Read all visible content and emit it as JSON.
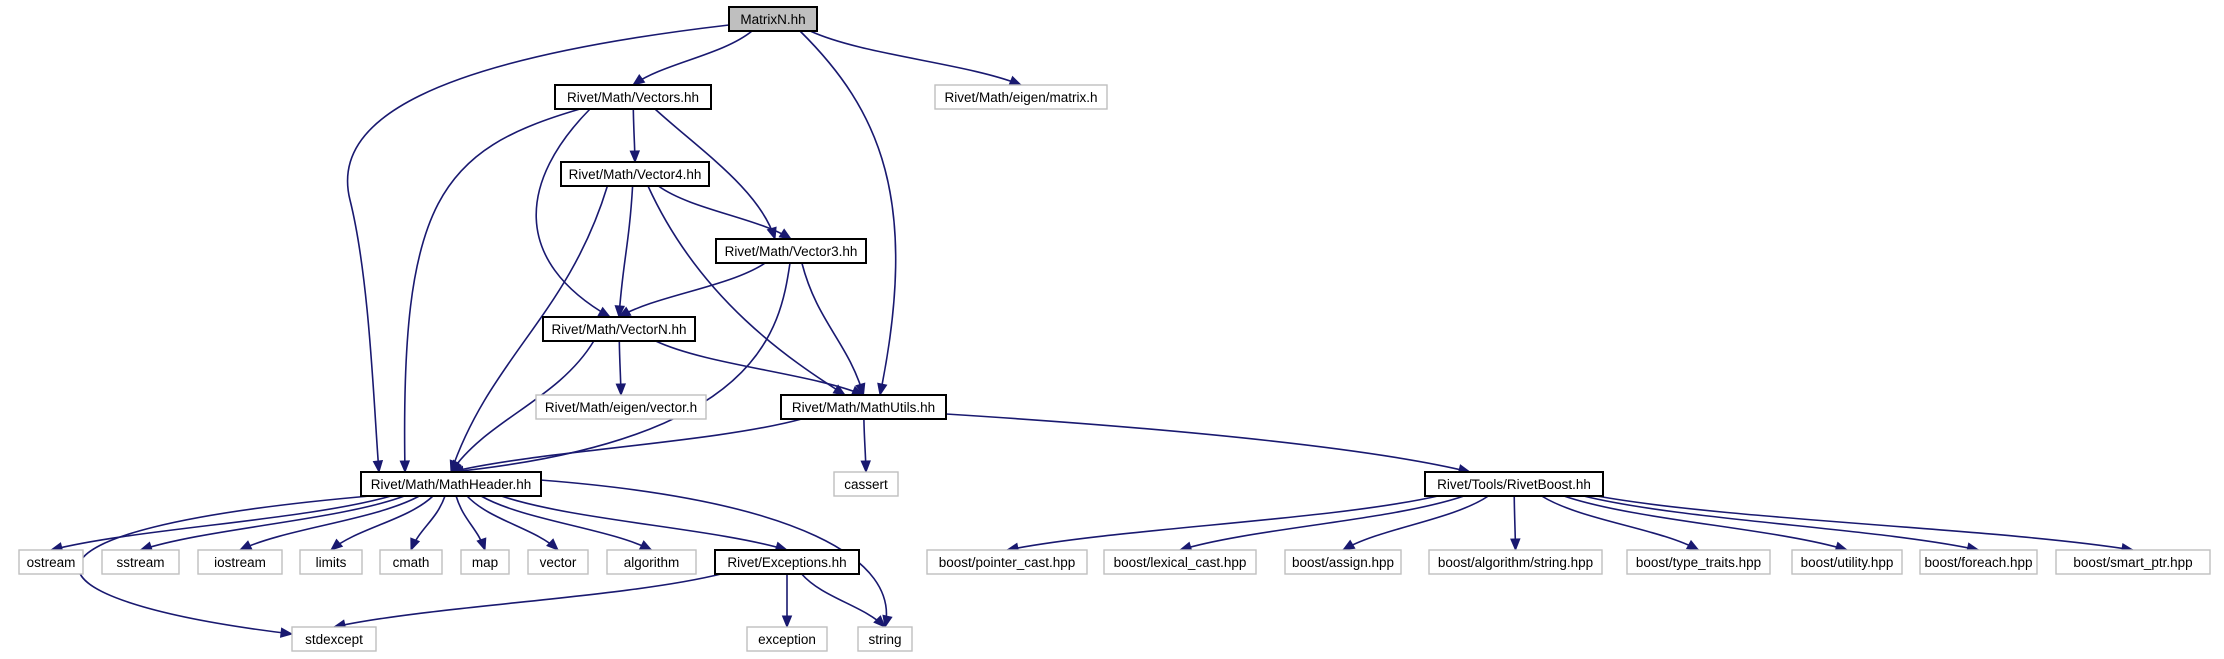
{
  "diagram": {
    "nodes": {
      "matrixn": {
        "label": "MatrixN.hh",
        "kind": "root"
      },
      "vectors": {
        "label": "Rivet/Math/Vectors.hh",
        "kind": "doc"
      },
      "eigen_matrix": {
        "label": "Rivet/Math/eigen/matrix.h",
        "kind": "ext"
      },
      "vector4": {
        "label": "Rivet/Math/Vector4.hh",
        "kind": "doc"
      },
      "vector3": {
        "label": "Rivet/Math/Vector3.hh",
        "kind": "doc"
      },
      "vectorn": {
        "label": "Rivet/Math/VectorN.hh",
        "kind": "doc"
      },
      "eigen_vector": {
        "label": "Rivet/Math/eigen/vector.h",
        "kind": "ext"
      },
      "mathutils": {
        "label": "Rivet/Math/MathUtils.hh",
        "kind": "doc"
      },
      "mathheader": {
        "label": "Rivet/Math/MathHeader.hh",
        "kind": "doc"
      },
      "cassert": {
        "label": "cassert",
        "kind": "ext"
      },
      "rivetboost": {
        "label": "Rivet/Tools/RivetBoost.hh",
        "kind": "doc"
      },
      "ostream": {
        "label": "ostream",
        "kind": "ext"
      },
      "sstream": {
        "label": "sstream",
        "kind": "ext"
      },
      "iostream": {
        "label": "iostream",
        "kind": "ext"
      },
      "limits": {
        "label": "limits",
        "kind": "ext"
      },
      "cmath": {
        "label": "cmath",
        "kind": "ext"
      },
      "map": {
        "label": "map",
        "kind": "ext"
      },
      "vector": {
        "label": "vector",
        "kind": "ext"
      },
      "algorithm": {
        "label": "algorithm",
        "kind": "ext"
      },
      "exceptions": {
        "label": "Rivet/Exceptions.hh",
        "kind": "doc"
      },
      "stdexcept": {
        "label": "stdexcept",
        "kind": "ext"
      },
      "exception": {
        "label": "exception",
        "kind": "ext"
      },
      "string": {
        "label": "string",
        "kind": "ext"
      },
      "pointer_cast": {
        "label": "boost/pointer_cast.hpp",
        "kind": "ext"
      },
      "lexical_cast": {
        "label": "boost/lexical_cast.hpp",
        "kind": "ext"
      },
      "assign": {
        "label": "boost/assign.hpp",
        "kind": "ext"
      },
      "algo_string": {
        "label": "boost/algorithm/string.hpp",
        "kind": "ext"
      },
      "type_traits": {
        "label": "boost/type_traits.hpp",
        "kind": "ext"
      },
      "utility": {
        "label": "boost/utility.hpp",
        "kind": "ext"
      },
      "foreach": {
        "label": "boost/foreach.hpp",
        "kind": "ext"
      },
      "smart_ptr": {
        "label": "boost/smart_ptr.hpp",
        "kind": "ext"
      }
    },
    "edges": [
      [
        "matrixn",
        "vectors"
      ],
      [
        "matrixn",
        "eigen_matrix"
      ],
      [
        "matrixn",
        "mathutils"
      ],
      [
        "matrixn",
        "mathheader"
      ],
      [
        "vectors",
        "vector4"
      ],
      [
        "vectors",
        "vector3"
      ],
      [
        "vectors",
        "vectorn"
      ],
      [
        "vectors",
        "mathheader"
      ],
      [
        "vector4",
        "vector3"
      ],
      [
        "vector4",
        "vectorn"
      ],
      [
        "vector4",
        "mathutils"
      ],
      [
        "vector4",
        "mathheader"
      ],
      [
        "vector3",
        "vectorn"
      ],
      [
        "vector3",
        "mathutils"
      ],
      [
        "vector3",
        "mathheader"
      ],
      [
        "vectorn",
        "eigen_vector"
      ],
      [
        "vectorn",
        "mathutils"
      ],
      [
        "vectorn",
        "mathheader"
      ],
      [
        "mathutils",
        "mathheader"
      ],
      [
        "mathutils",
        "cassert"
      ],
      [
        "mathutils",
        "rivetboost"
      ],
      [
        "mathheader",
        "ostream"
      ],
      [
        "mathheader",
        "sstream"
      ],
      [
        "mathheader",
        "iostream"
      ],
      [
        "mathheader",
        "limits"
      ],
      [
        "mathheader",
        "cmath"
      ],
      [
        "mathheader",
        "map"
      ],
      [
        "mathheader",
        "vector"
      ],
      [
        "mathheader",
        "algorithm"
      ],
      [
        "mathheader",
        "exceptions"
      ],
      [
        "mathheader",
        "stdexcept"
      ],
      [
        "mathheader",
        "string"
      ],
      [
        "exceptions",
        "stdexcept"
      ],
      [
        "exceptions",
        "exception"
      ],
      [
        "exceptions",
        "string"
      ],
      [
        "rivetboost",
        "pointer_cast"
      ],
      [
        "rivetboost",
        "lexical_cast"
      ],
      [
        "rivetboost",
        "assign"
      ],
      [
        "rivetboost",
        "algo_string"
      ],
      [
        "rivetboost",
        "type_traits"
      ],
      [
        "rivetboost",
        "utility"
      ],
      [
        "rivetboost",
        "foreach"
      ],
      [
        "rivetboost",
        "smart_ptr"
      ]
    ]
  }
}
